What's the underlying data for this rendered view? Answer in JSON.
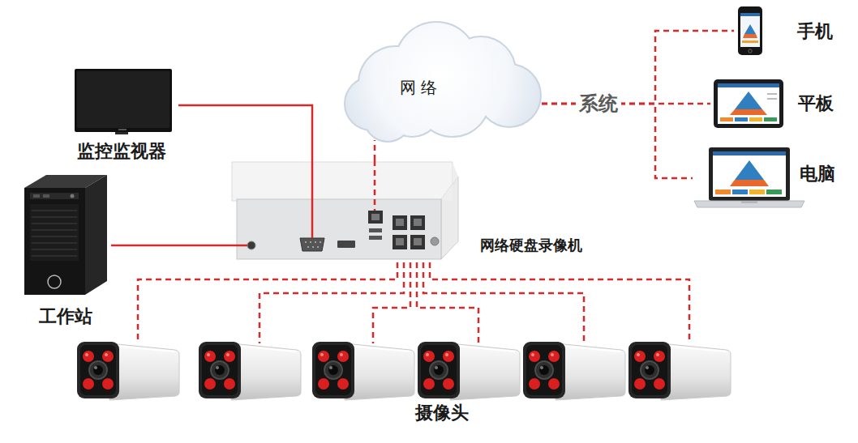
{
  "diagram": {
    "nodes": [
      {
        "text": [
          "监控监视器"
        ]
      },
      {
        "text": [
          "网 络"
        ]
      },
      {
        "text": [
          "手机"
        ]
      },
      {
        "text": [
          "平板"
        ]
      },
      {
        "text": [
          "电脑"
        ]
      },
      {
        "text": [
          "工作站"
        ]
      },
      {
        "text": [
          "网络硬盘录像机"
        ]
      }
    ],
    "edges": [
      {
        "from": 0,
        "to": 6,
        "arrow": "none"
      },
      {
        "from": 5,
        "to": 6,
        "arrow": "none"
      },
      {
        "from": 6,
        "to": 1,
        "arrow": "none"
      },
      {
        "from": 1,
        "to": 2,
        "arrow": "none"
      },
      {
        "from": 1,
        "to": 3,
        "label": "系统",
        "arrow": "none"
      },
      {
        "from": 1,
        "to": 4,
        "arrow": "none"
      }
    ],
    "labels": [
      "摄像头"
    ]
  }
}
